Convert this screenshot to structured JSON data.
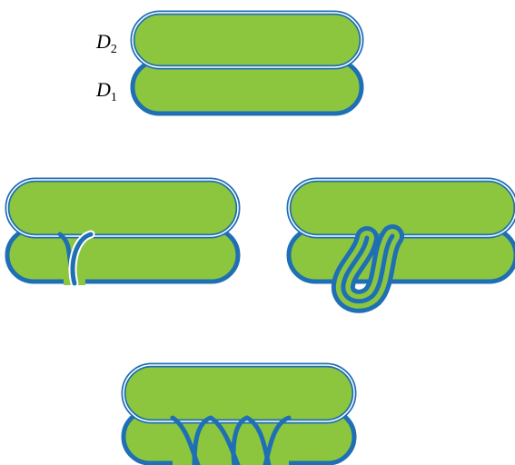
{
  "colors": {
    "fill": "#8cc63f",
    "outline": "#1f6fb4",
    "gap": "#ffffff"
  },
  "labels": {
    "d2": {
      "letter": "D",
      "subscript": "2"
    },
    "d1": {
      "letter": "D",
      "subscript": "1"
    }
  }
}
